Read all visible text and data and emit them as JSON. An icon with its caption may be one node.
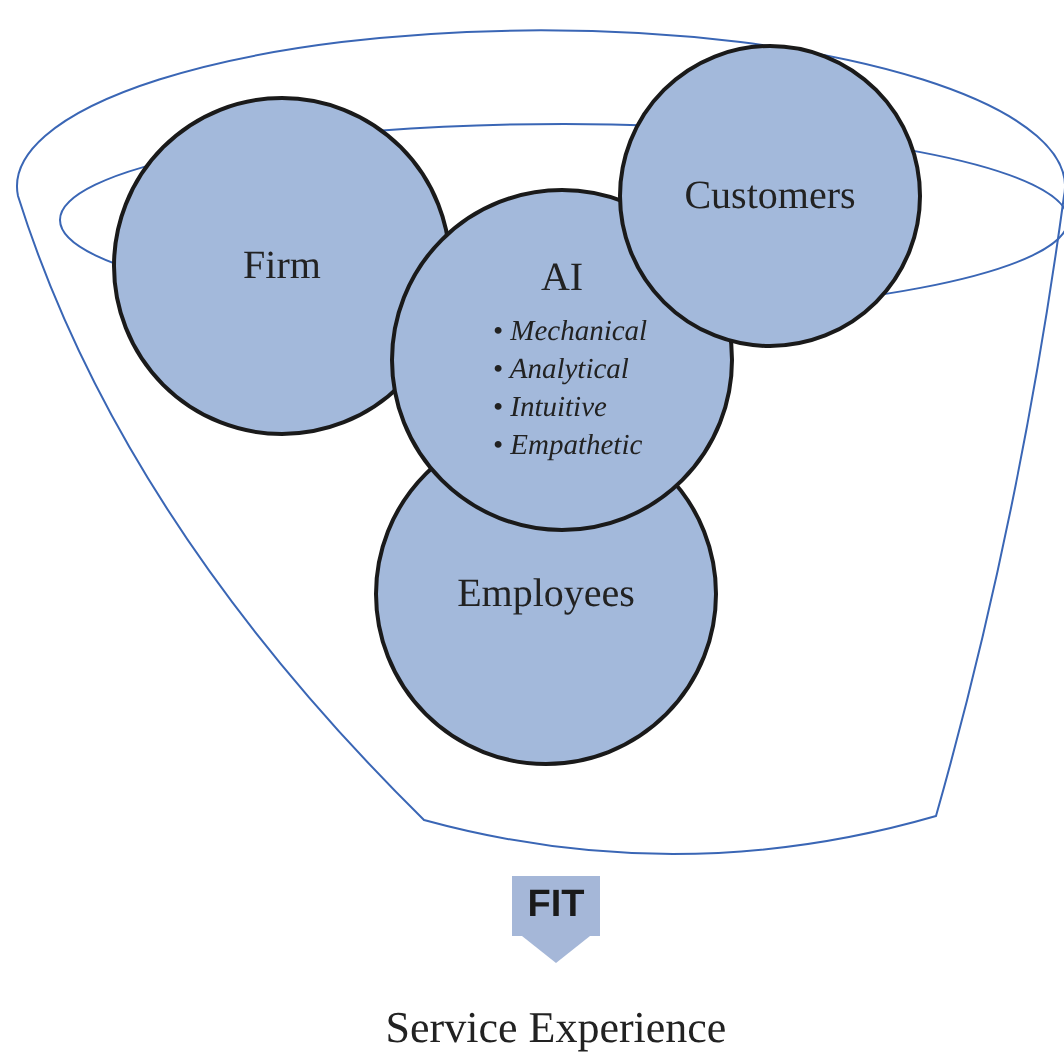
{
  "diagram": {
    "nodes": [
      {
        "text": [],
        "shape": "funnel"
      },
      {
        "text": [
          "Customers"
        ],
        "in": 0
      },
      {
        "text": [
          "Firm"
        ],
        "in": 0
      },
      {
        "text": [
          "AI",
          "• Mechanical",
          "• Analytical",
          "• Intuitive",
          "• Empathetic"
        ],
        "in": 0
      },
      {
        "text": [
          "Employees"
        ],
        "in": 0
      },
      {
        "text": [
          "Service Experience"
        ]
      }
    ],
    "edges": [
      {
        "from": 0,
        "to": 5,
        "arrow": "to",
        "label": "FIT"
      }
    ]
  }
}
